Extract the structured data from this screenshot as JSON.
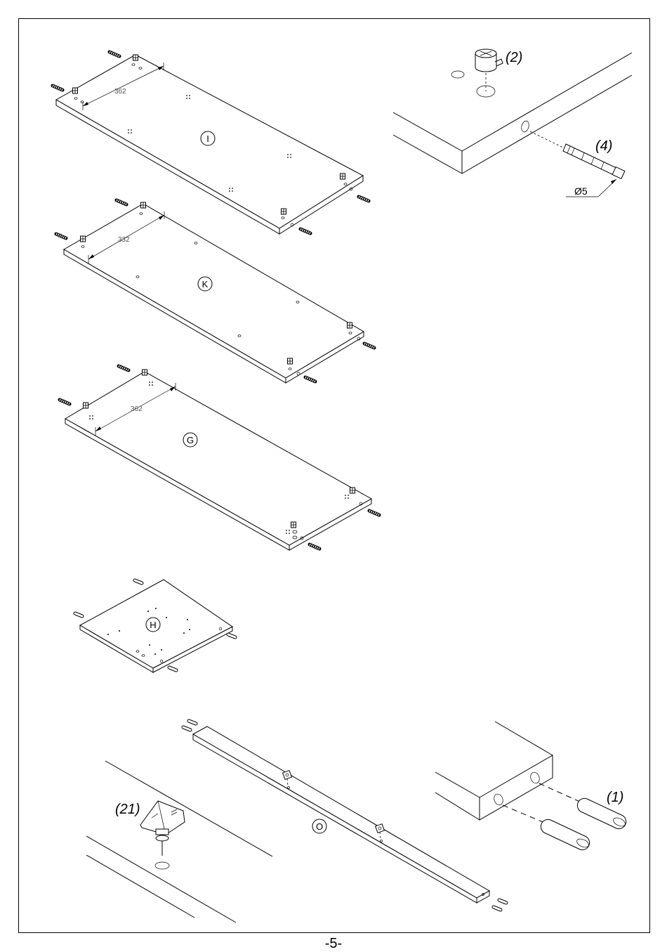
{
  "page": {
    "number": "-5-"
  },
  "panels": [
    {
      "id": "panel-i",
      "label": "I",
      "dimension": "362"
    },
    {
      "id": "panel-k",
      "label": "K",
      "dimension": "332"
    },
    {
      "id": "panel-g",
      "label": "G",
      "dimension": "362"
    },
    {
      "id": "panel-h",
      "label": "H"
    },
    {
      "id": "panel-o",
      "label": "O"
    }
  ],
  "hardware": {
    "cam_lock": {
      "label": "(2)"
    },
    "cam_bolt": {
      "label": "(4)",
      "diameter": "Ø5"
    },
    "dowel": {
      "label": "(1)"
    },
    "leveler_foot": {
      "label": "(21)"
    }
  }
}
